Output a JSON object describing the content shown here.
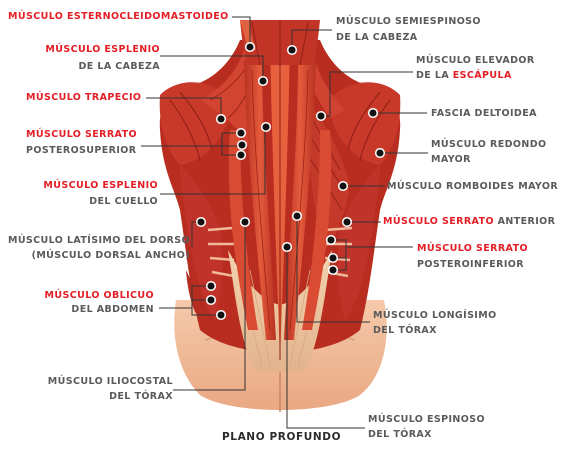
{
  "caption": "PLANO PROFUNDO",
  "labels": {
    "esternocleidomastoideo": "MÚSCULO ESTERNOCLEIDOMASTOIDEO",
    "esplenio_cabeza_1": "MÚSCULO ESPLENIO",
    "esplenio_cabeza_2": "DE LA CABEZA",
    "trapecio": "MÚSCULO TRAPECIO",
    "serrato_post_sup_1": "MÚSCULO SERRATO",
    "serrato_post_sup_2": "POSTEROSUPERIOR",
    "esplenio_cuello_1": "MÚSCULO ESPLENIO",
    "esplenio_cuello_2": "DEL CUELLO",
    "latisimo_1": "MÚSCULO LATÍSIMO DEL DORSO",
    "latisimo_2": "(MÚSCULO DORSAL ANCHO)",
    "oblicuo_1": "MÚSCULO OBLICUO",
    "oblicuo_2": "DEL ABDOMEN",
    "iliocostal_1": "MÚSCULO ILIOCOSTAL",
    "iliocostal_2": "DEL TÓRAX",
    "semiespinoso_1": "MÚSCULO SEMIESPINOSO",
    "semiespinoso_2": "DE LA CABEZA",
    "elevador_1": "MÚSCULO ELEVADOR",
    "elevador_2a": "DE LA ",
    "elevador_2b": "ESCÁPULA",
    "fascia": "FASCIA DELTOIDEA",
    "redondo_1": "MÚSCULO REDONDO",
    "redondo_2": "MAYOR",
    "romboides": "MÚSCULO ROMBOIDES MAYOR",
    "serrato_ant_a": "MÚSCULO SERRATO",
    "serrato_ant_b": " ANTERIOR",
    "serrato_post_inf_1": "MÚSCULO SERRATO",
    "serrato_post_inf_2": "POSTEROINFERIOR",
    "longisimo_1": "MÚSCULO LONGÍSIMO",
    "longisimo_2": "DEL TÓRAX",
    "espinoso_1": "MÚSCULO ESPINOSO",
    "espinoso_2": "DEL TÓRAX"
  },
  "colors": {
    "highlight_text": "#e31e24",
    "normal_text": "#5a5a5a",
    "muscle": "#c8352a",
    "muscle_dark": "#8e1e16",
    "tendon": "#eec9a2",
    "skin": "#f1b896",
    "leader_line": "#333333"
  }
}
